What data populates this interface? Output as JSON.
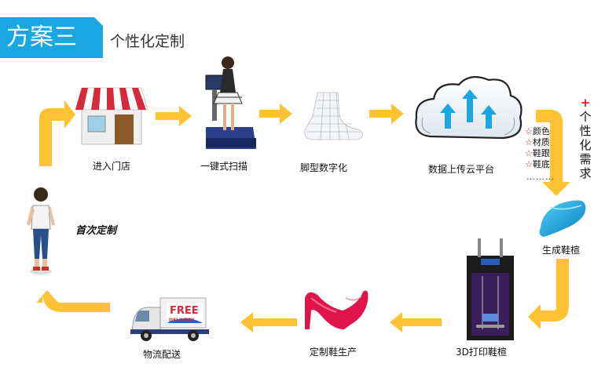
{
  "header": {
    "title": "方案三",
    "subtitle": "个性化定制"
  },
  "steps": {
    "store": "进入门店",
    "scan": "一键式扫描",
    "digitize": "脚型数字化",
    "cloud": "数据上传云平台",
    "last": "生成鞋楦",
    "print3d": "3D打印鞋楦",
    "produce": "定制鞋生产",
    "delivery": "物流配送",
    "first": "首次定制"
  },
  "requirement": {
    "plus": "+",
    "chars": [
      "个",
      "性",
      "化",
      "需",
      "求"
    ],
    "items": [
      "颜色",
      "材质",
      "鞋跟",
      "鞋底"
    ],
    "star": "☆",
    "ellipsis": "………"
  },
  "truck": {
    "free": "FREE",
    "delivery": "DELIVERY"
  },
  "colors": {
    "accent": "#1aa6e0",
    "arrow": "#ffc233",
    "red": "#e0141e"
  }
}
